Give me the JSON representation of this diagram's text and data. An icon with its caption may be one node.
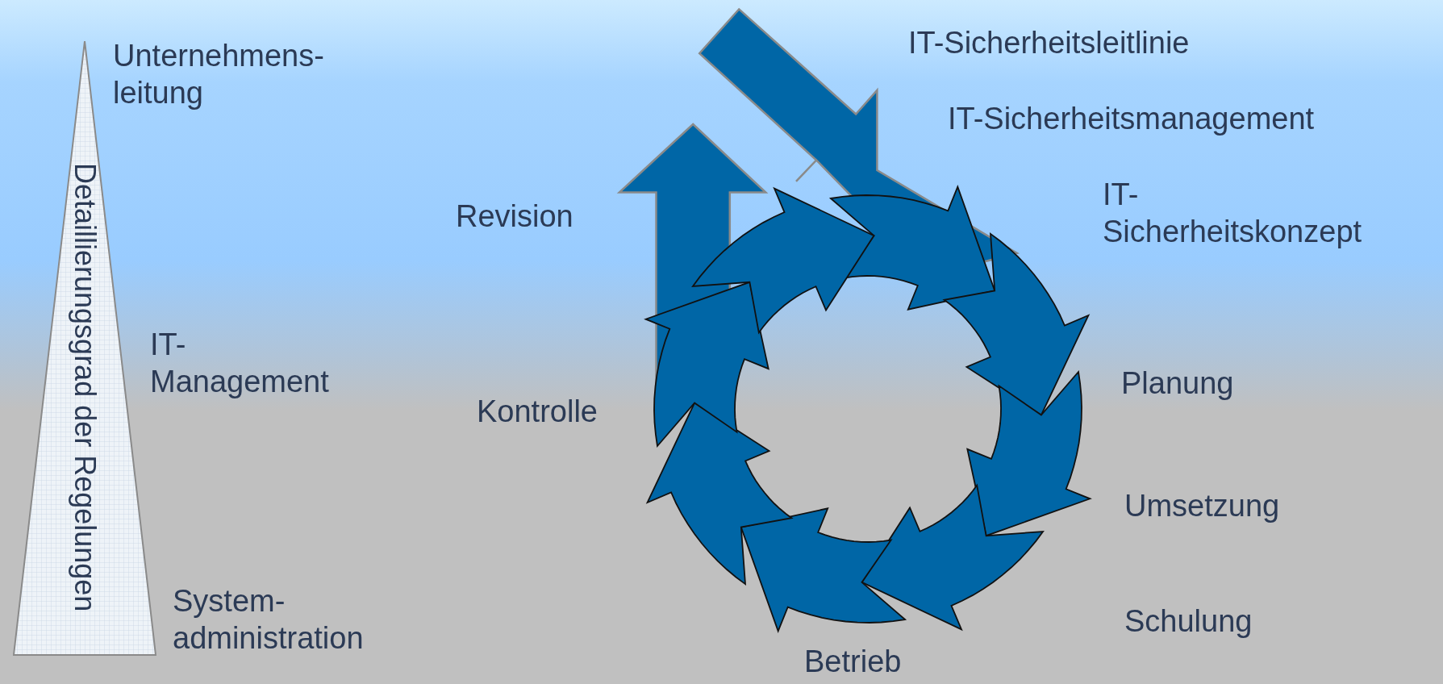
{
  "diagram": {
    "nodes": [
      {
        "text": [
          "Detaillierungsgrad der Regelungen"
        ]
      }
    ],
    "edges": [],
    "labels": [
      "Unternehmens- leitung",
      "IT-Sicherheitsleitlinie",
      "IT-Sicherheitsmanagement",
      "IT- Sicherheitskonzept",
      "Revision",
      "IT- Management",
      "Planung",
      "Kontrolle",
      "Umsetzung",
      "System- administration",
      "Schulung",
      "Betrieb"
    ]
  }
}
